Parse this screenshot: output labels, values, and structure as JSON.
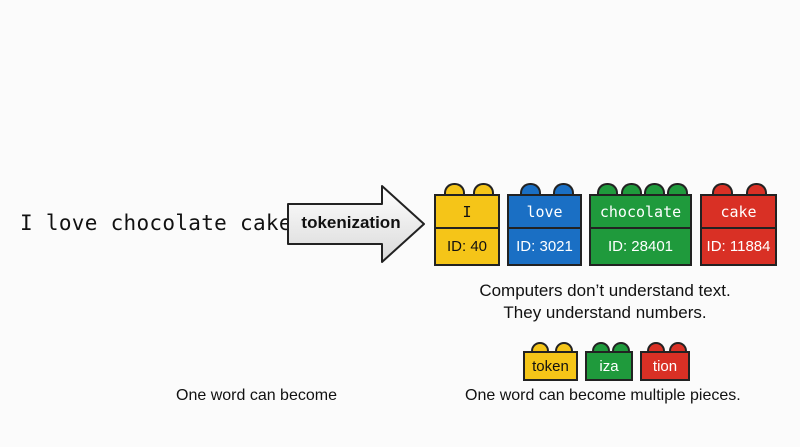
{
  "sentence": "I love chocolate cake",
  "arrow_label": "tokenization",
  "tokens": [
    {
      "text": "I",
      "id": "ID: 40",
      "color": "#f5c518"
    },
    {
      "text": "love",
      "id": "ID: 3021",
      "color": "#1a6fc4"
    },
    {
      "text": "chocolate",
      "id": "ID: 28401",
      "color": "#1f9a3c"
    },
    {
      "text": "cake",
      "id": "ID: 11884",
      "color": "#d93025"
    }
  ],
  "caption_lines": [
    "Computers don’t understand text.",
    "They understand numbers."
  ],
  "subword_tokens": [
    {
      "text": "token",
      "color": "#f5c518"
    },
    {
      "text": "iza",
      "color": "#1f9a3c"
    },
    {
      "text": "tion",
      "color": "#d93025"
    }
  ],
  "bottom_left_text": "One word can become",
  "bottom_right_text": "One word can become multiple pieces."
}
